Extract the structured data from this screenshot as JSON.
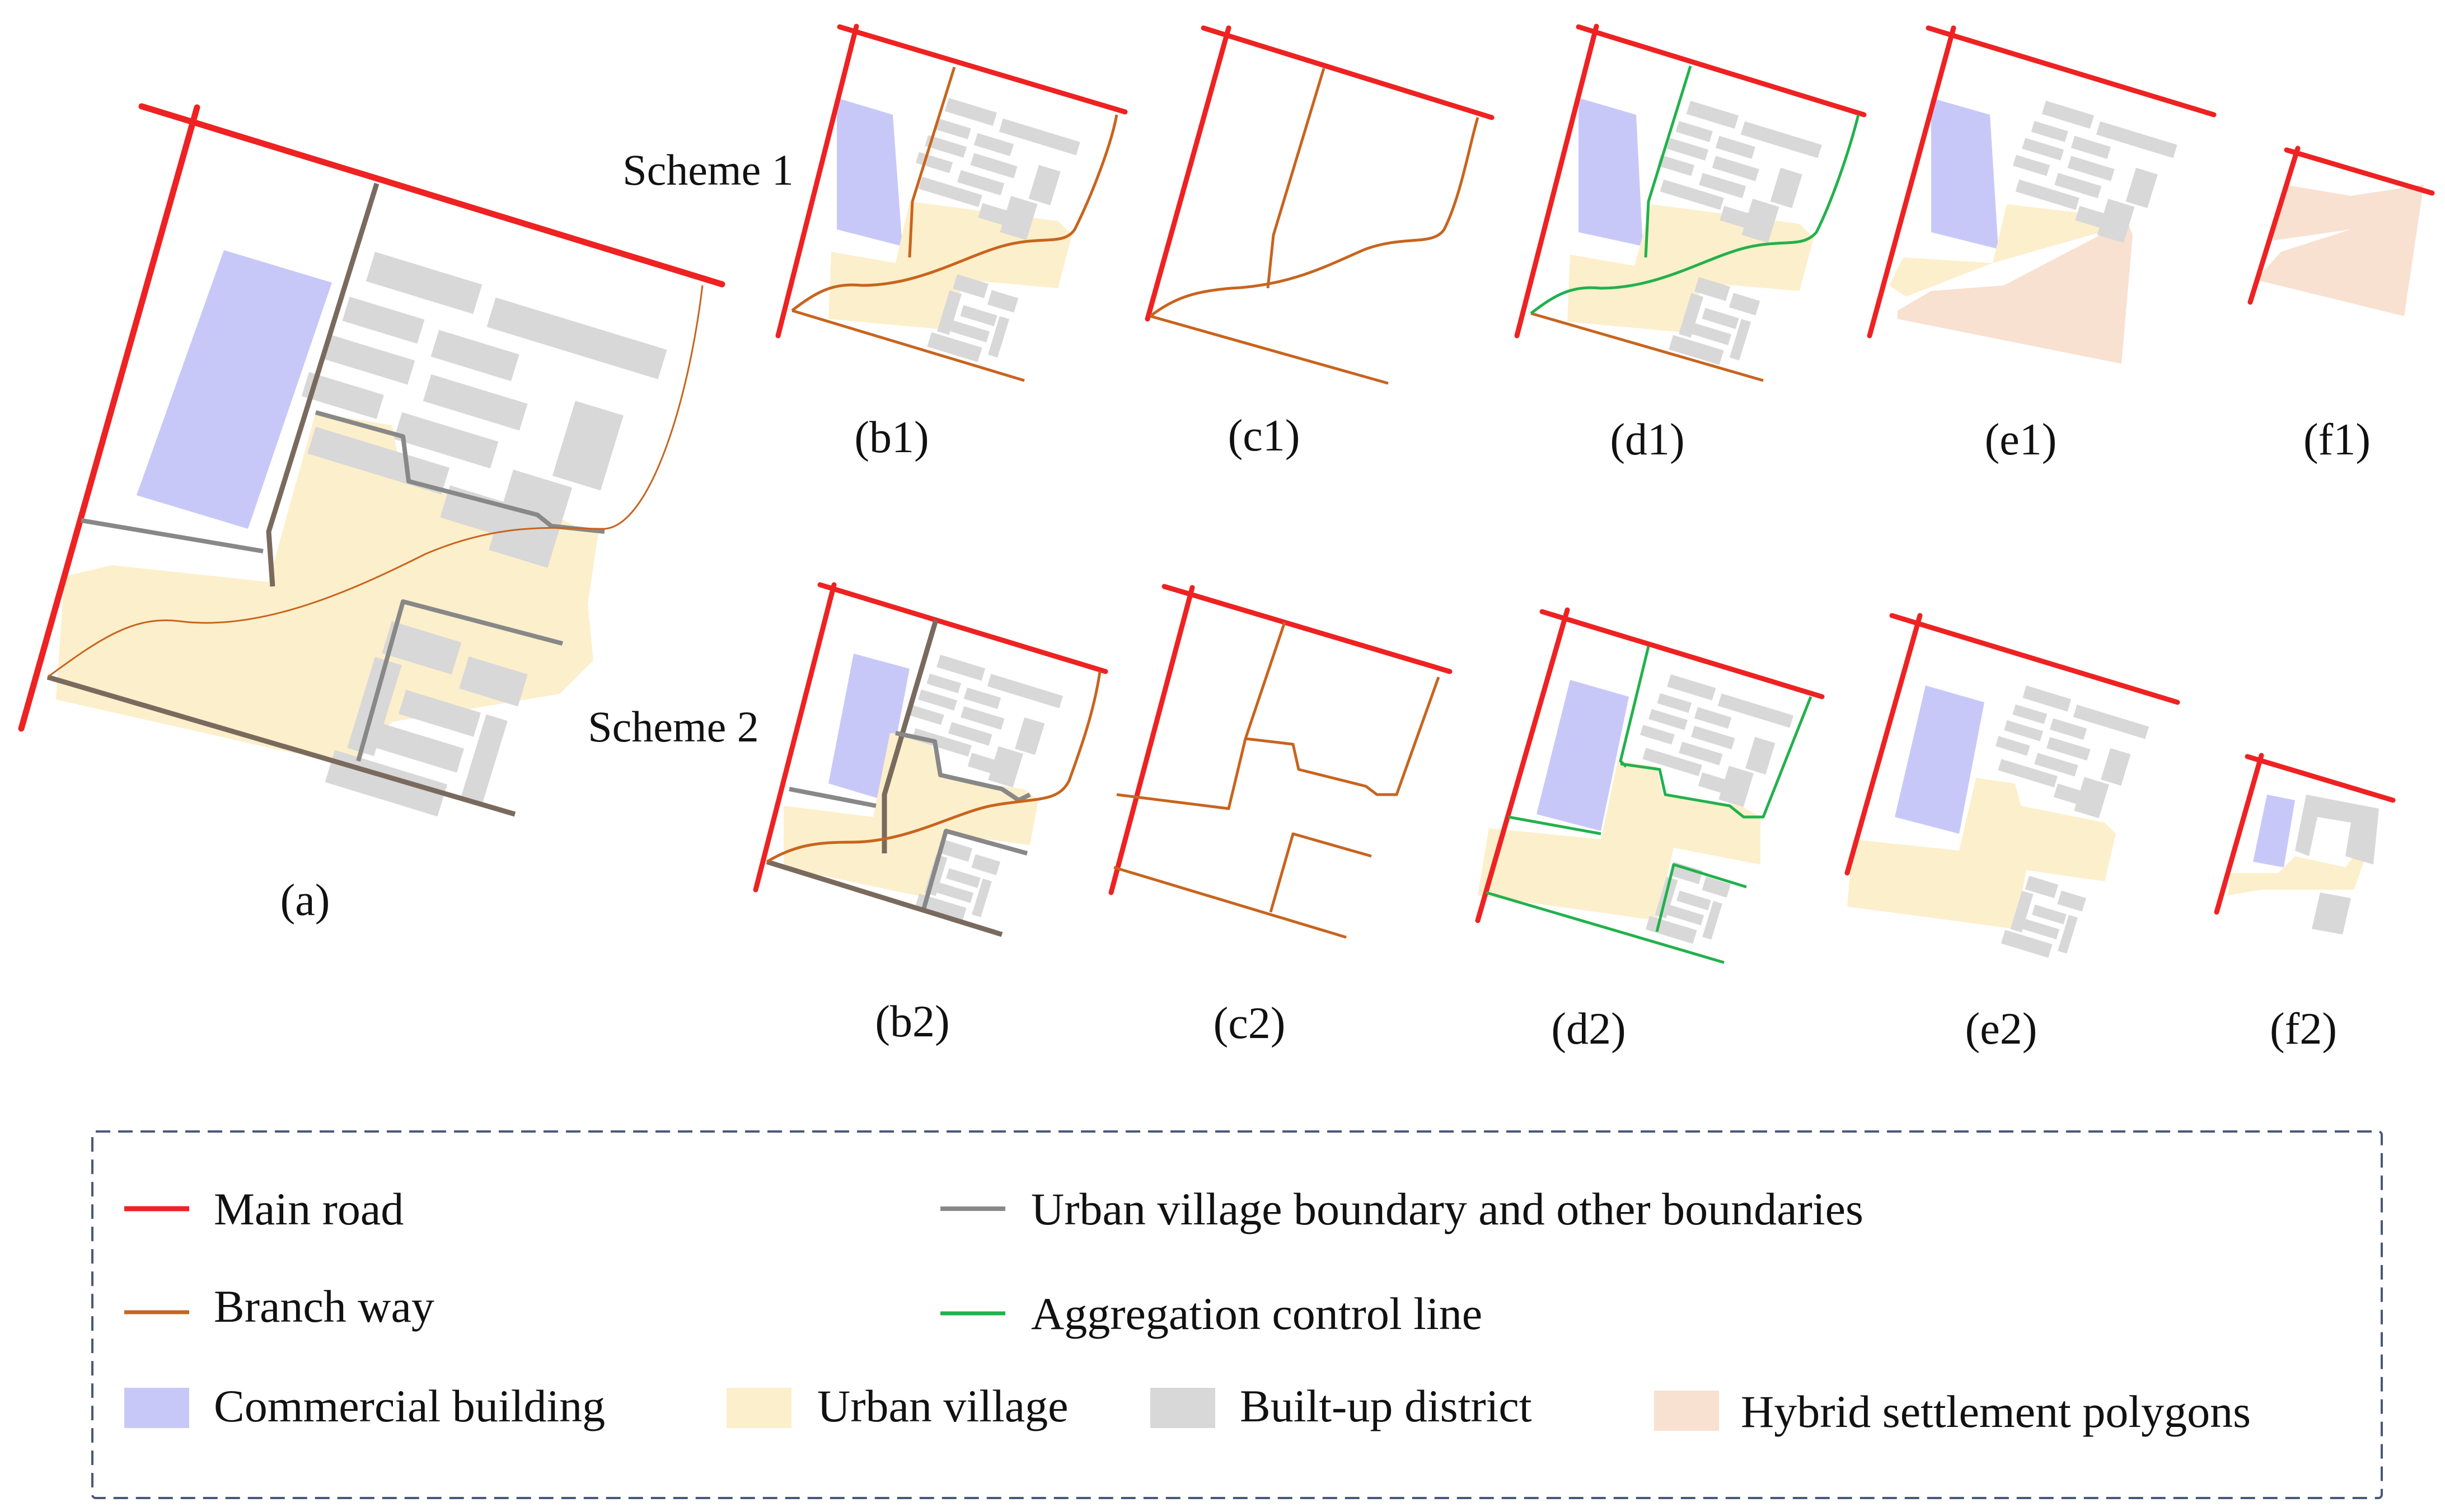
{
  "scheme_labels": {
    "scheme1": "Scheme 1",
    "scheme2": "Scheme 2"
  },
  "panel_labels": {
    "a": "(a)",
    "b1": "(b1)",
    "c1": "(c1)",
    "d1": "(d1)",
    "e1": "(e1)",
    "f1": "(f1)",
    "b2": "(b2)",
    "c2": "(c2)",
    "d2": "(d2)",
    "e2": "(e2)",
    "f2": "(f2)"
  },
  "legend": {
    "main_road": "Main road",
    "branch_way": "Branch way",
    "boundary": "Urban village boundary and other boundaries",
    "aggregation": "Aggregation control line",
    "commercial": "Commercial building",
    "urban_village": "Urban village",
    "built_up": "Built-up district",
    "hybrid": "Hybrid settlement polygons"
  },
  "colors": {
    "main_road": "#ee2222",
    "branch_way": "#c8641e",
    "boundary": "#888888",
    "aggregation": "#22b14c",
    "commercial": "#c8c8f8",
    "urban_village": "#fcefcb",
    "built_up": "#d8d8d8",
    "hybrid": "#f8e1d1"
  }
}
